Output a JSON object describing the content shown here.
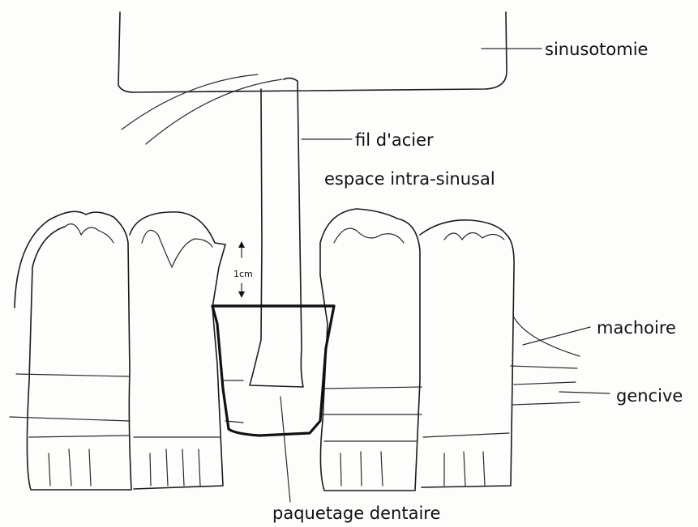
{
  "labels": {
    "sinusotomie": "sinusotomie",
    "fil_acier": "fil d'acier",
    "espace": "espace intra-sinusal",
    "measure": "1cm",
    "machoire": "machoire",
    "gencive": "gencive",
    "paquetage": "paquetage dentaire"
  }
}
